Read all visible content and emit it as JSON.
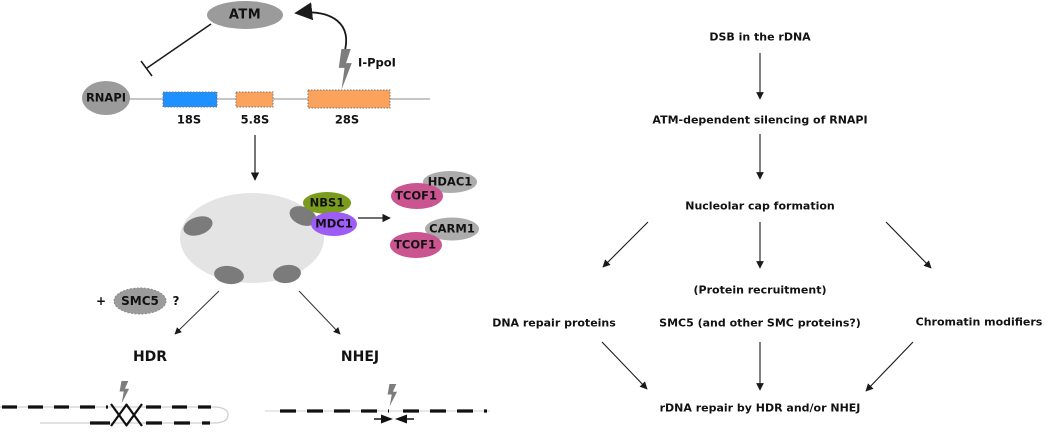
{
  "left_diagram": {
    "atm": "ATM",
    "rnapi": "RNAPI",
    "ippoi": "I-PpoI",
    "genes": [
      {
        "label": "18S",
        "color": "#1e90ff"
      },
      {
        "label": "5.8S",
        "color": "#fba25c"
      },
      {
        "label": "28S",
        "color": "#fba25c"
      }
    ],
    "nucleolus_proteins": {
      "nbs1": "NBS1",
      "mdc1": "MDC1"
    },
    "recruited_complexes": {
      "tcof1_a": "TCOF1",
      "hdac1": "HDAC1",
      "tcof1_b": "TCOF1",
      "carm1": "CARM1"
    },
    "smc5": {
      "plus": "+",
      "label": "SMC5",
      "question": "?"
    },
    "pathways": {
      "hdr": "HDR",
      "nhej": "NHEJ"
    }
  },
  "flowchart": {
    "step_dsb": "DSB in the rDNA",
    "step_atm": "ATM-dependent silencing of RNAPI",
    "step_cap": "Nucleolar cap formation",
    "step_recruit": "(Protein recruitment)",
    "branch_left": "DNA repair proteins",
    "branch_center": "SMC5 (and other SMC proteins?)",
    "branch_right": "Chromatin modifiers",
    "step_final": "rDNA repair by HDR and/or NHEJ"
  },
  "colors": {
    "protein_gray": "#9b9b9b",
    "complex_gray": "#acacac",
    "nucleolus_fill": "#e4e4e4",
    "cap_gray": "#7b7b7b",
    "nbs1_green": "#7a9b1e",
    "mdc1_purple": "#9e5cf7",
    "tcof1_pink": "#ca5590",
    "bolt_gray": "#7d7d7d"
  }
}
